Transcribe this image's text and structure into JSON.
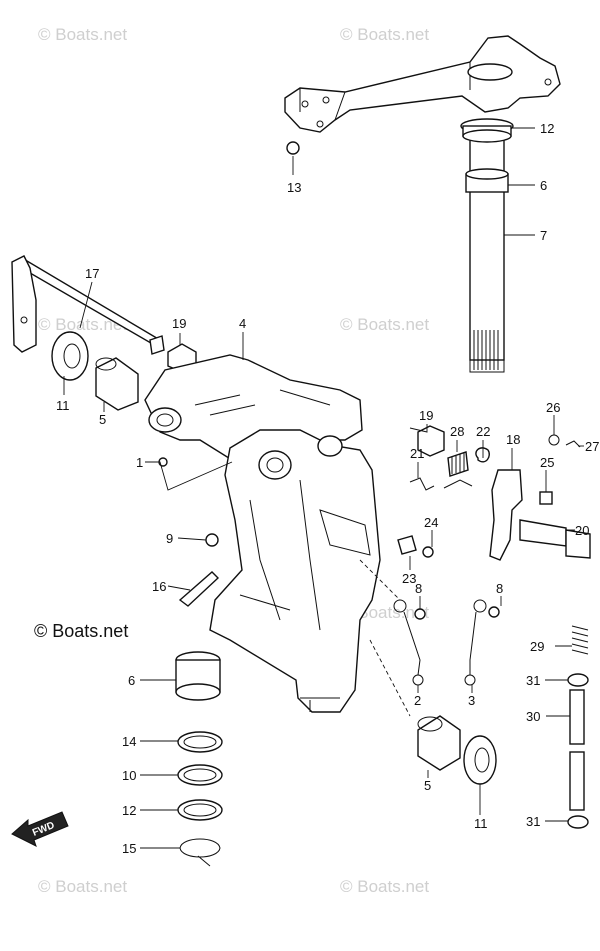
{
  "copyright": "© Boats.net",
  "watermark": "© Boats.net",
  "fwd_label": "FWD",
  "callouts": {
    "c13": "13",
    "c12a": "12",
    "c6a": "6",
    "c7": "7",
    "c17": "17",
    "c19a": "19",
    "c4": "4",
    "c11a": "11",
    "c5a": "5",
    "c1": "1",
    "c19b": "19",
    "c28": "28",
    "c22": "22",
    "c18": "18",
    "c26": "26",
    "c27": "27",
    "c25": "25",
    "c21": "21",
    "c20": "20",
    "c24": "24",
    "c23": "23",
    "c9": "9",
    "c16": "16",
    "c8a": "8",
    "c8b": "8",
    "c2": "2",
    "c3": "3",
    "c6b": "6",
    "c29": "29",
    "c31a": "31",
    "c30": "30",
    "c14": "14",
    "c5b": "5",
    "c10": "10",
    "c12b": "12",
    "c11b": "11",
    "c15": "15",
    "c31b": "31"
  }
}
